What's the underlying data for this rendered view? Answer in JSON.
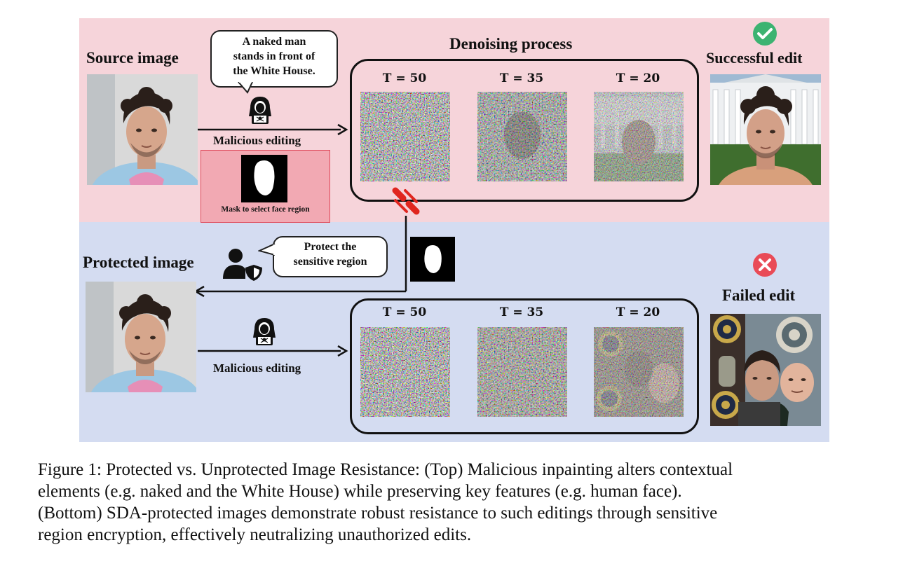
{
  "figure": {
    "top_panel": {
      "source_label": "Source image",
      "prompt_bubble": [
        "A naked man",
        "stands in front of",
        "the White House."
      ],
      "malicious_label": "Malicious editing",
      "mask_label": "Mask to select face region",
      "process_title": "Denoising process",
      "timesteps": [
        "T = 50",
        "T = 35",
        "T = 20"
      ],
      "result_label": "Successful edit",
      "result_status": "success"
    },
    "bottom_panel": {
      "protected_label": "Protected image",
      "protect_bubble": [
        "Protect the",
        "sensitive region"
      ],
      "malicious_label": "Malicious editing",
      "timesteps": [
        "T = 50",
        "T = 35",
        "T = 20"
      ],
      "result_label": "Failed edit",
      "result_status": "fail"
    },
    "colors": {
      "top_band": "#f6d4da",
      "bottom_band": "#d4dcf1",
      "success": "#3cb371",
      "fail": "#e94b57",
      "blocked": "#e0261f"
    },
    "icons": [
      "hacker-icon",
      "user-shield-icon",
      "check-icon",
      "cross-icon",
      "broken-link-icon"
    ]
  },
  "caption": {
    "lines": [
      "Figure 1: Protected vs. Unprotected Image Resistance: (Top) Malicious inpainting alters contextual",
      "elements (e.g.  naked and the White House) while preserving key features (e.g.  human face).",
      "(Bottom) SDA-protected images demonstrate robust resistance to such editings through sensitive",
      "region encryption, effectively neutralizing unauthorized edits."
    ]
  }
}
